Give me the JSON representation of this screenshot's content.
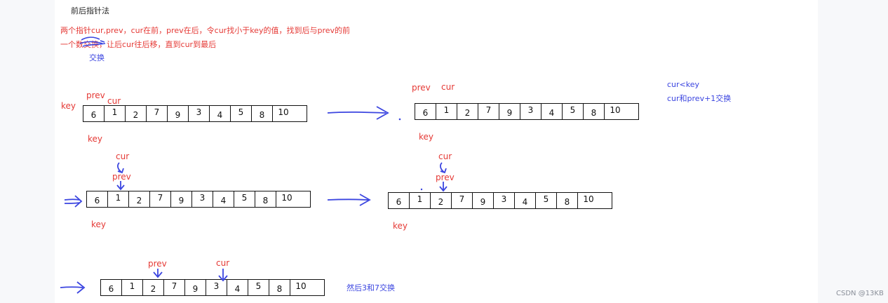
{
  "title": "前后指针法",
  "description_lines": [
    "两个指针cur,prev，cur在前，prev在后，令cur找小于key的值，找到后与prev的前",
    "一个数交换，让后cur往后移，直到cur到最后"
  ],
  "annotation_swap": "交换",
  "array_values": [
    "6",
    "1",
    "2",
    "7",
    "9",
    "3",
    "4",
    "5",
    "8",
    "10"
  ],
  "labels": {
    "key": "key",
    "prev": "prev",
    "cur": "cur"
  },
  "side_notes": {
    "condition": "cur<key",
    "action": "cur和prev+1交换"
  },
  "final_note": "然后3和7交换",
  "watermark": "CSDN @13KB",
  "colors": {
    "red": "#e53935",
    "blue": "#3b45e0"
  }
}
